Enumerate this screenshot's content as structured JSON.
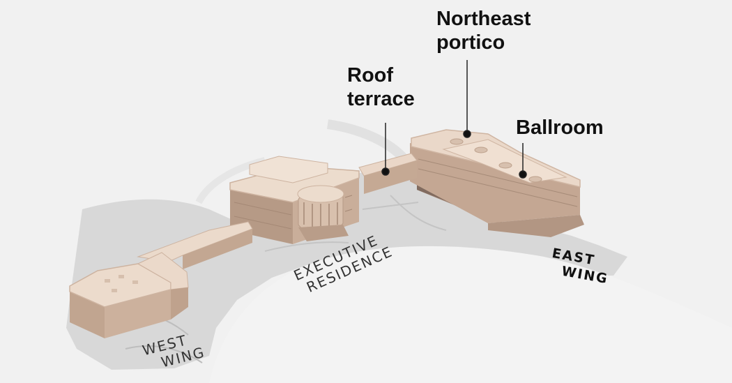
{
  "callouts": {
    "northeast_portico": {
      "line1": "Northeast",
      "line2": "portico"
    },
    "roof_terrace": {
      "line1": "Roof",
      "line2": "terrace"
    },
    "ballroom": {
      "line1": "Ballroom"
    }
  },
  "areas": {
    "executive_residence": {
      "line1": "EXECUTIVE",
      "line2": "RESIDENCE"
    },
    "east_wing": {
      "line1": "EAST",
      "line2": "WING"
    },
    "west_wing": {
      "line1": "WEST",
      "line2": "WING"
    }
  },
  "colors": {
    "background": "#f1f1f1",
    "ground_plan": "#d2d2d2",
    "lawn": "#f4f4f4",
    "building_roof": "#ead7c7",
    "building_wall": "#c9ad99",
    "building_shadow": "#9d8374",
    "callout_text": "#111111",
    "leader_line": "#222222",
    "area_label": "#333333",
    "area_label_strong": "#111111"
  }
}
